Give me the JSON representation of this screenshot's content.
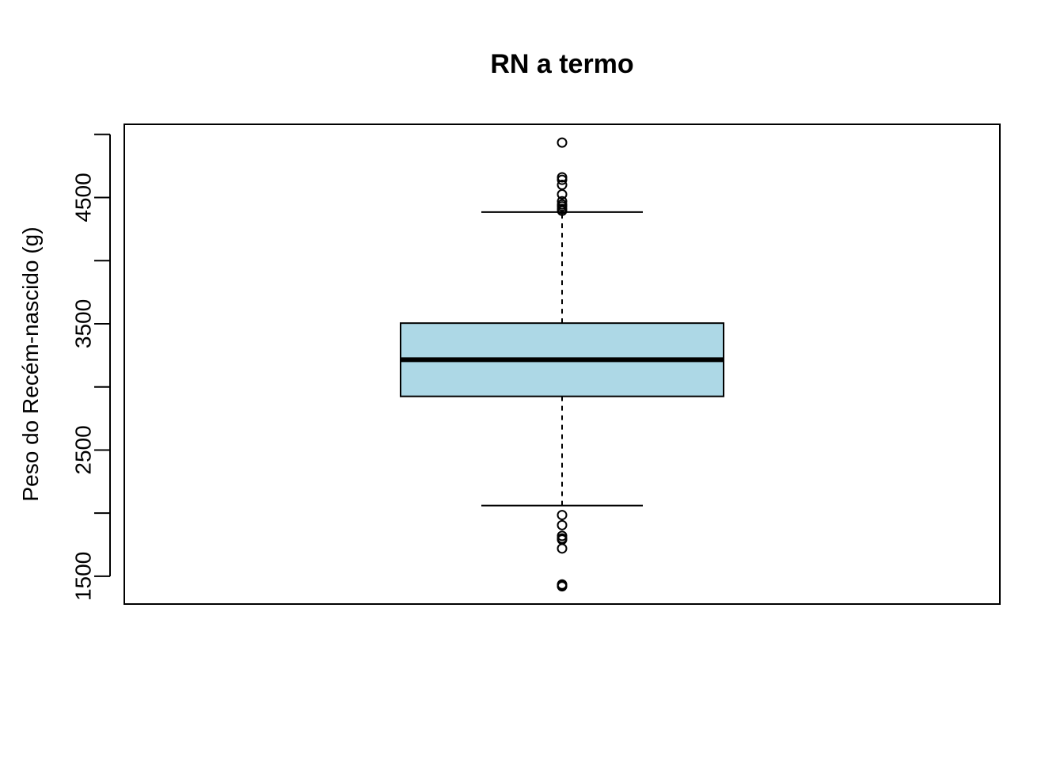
{
  "chart_data": {
    "type": "boxplot",
    "title": "RN a termo",
    "xlabel": "",
    "ylabel": "Peso do Recém-nascido (g)",
    "ylim": [
      1280,
      5080
    ],
    "yticks": [
      1500,
      2000,
      2500,
      3000,
      3500,
      4000,
      4500,
      5000
    ],
    "ytick_labels": [
      "1500",
      "",
      "2500",
      "",
      "3500",
      "",
      "4500",
      ""
    ],
    "box": {
      "q1": 2925,
      "median": 3215,
      "q3": 3505,
      "whisker_low": 2060,
      "whisker_high": 4385
    },
    "outliers": [
      4935,
      4660,
      4640,
      4600,
      4525,
      4470,
      4445,
      4430,
      4410,
      4395,
      1985,
      1905,
      1820,
      1800,
      1790,
      1720,
      1435,
      1425,
      1420
    ],
    "box_color": "#ADD8E6",
    "line_color": "#000000",
    "grid": false,
    "legend": "none"
  }
}
